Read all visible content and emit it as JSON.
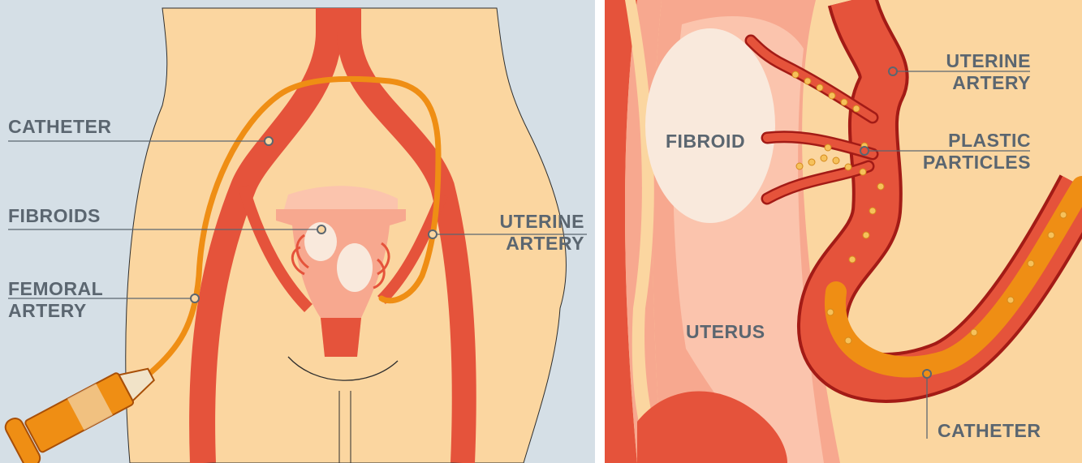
{
  "colors": {
    "background": "#d5dfe6",
    "skin": "#fbd6a0",
    "artery": "#e5533b",
    "catheter": "#ef8e14",
    "uterus_tissue": "#f7a88f",
    "uterus_light": "#fbc4ad",
    "fibroid": "#f9e9dc",
    "dark_artery": "#a31b16",
    "particle": "#f6c15b",
    "label_text": "#5b6670",
    "leader_line": "#5b6670"
  },
  "left_panel": {
    "labels": {
      "catheter": "CATHETER",
      "fibroids": "FIBROIDS",
      "femoral_artery": [
        "FEMORAL",
        "ARTERY"
      ],
      "uterine_artery": [
        "UTERINE",
        "ARTERY"
      ]
    }
  },
  "right_panel": {
    "labels": {
      "uterine_artery": [
        "UTERINE",
        "ARTERY"
      ],
      "fibroid": "FIBROID",
      "plastic_particles": [
        "PLASTIC",
        "PARTICLES"
      ],
      "uterus": "UTERUS",
      "catheter": "CATHETER"
    }
  }
}
